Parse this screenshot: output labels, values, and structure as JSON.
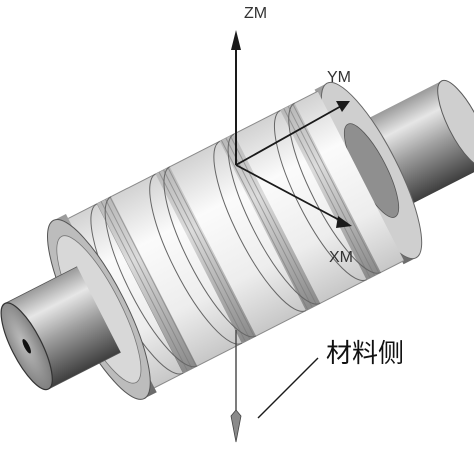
{
  "figure": {
    "axes": {
      "zm": "ZM",
      "ym": "YM",
      "xm": "XM"
    },
    "callout_label": "材料侧"
  }
}
